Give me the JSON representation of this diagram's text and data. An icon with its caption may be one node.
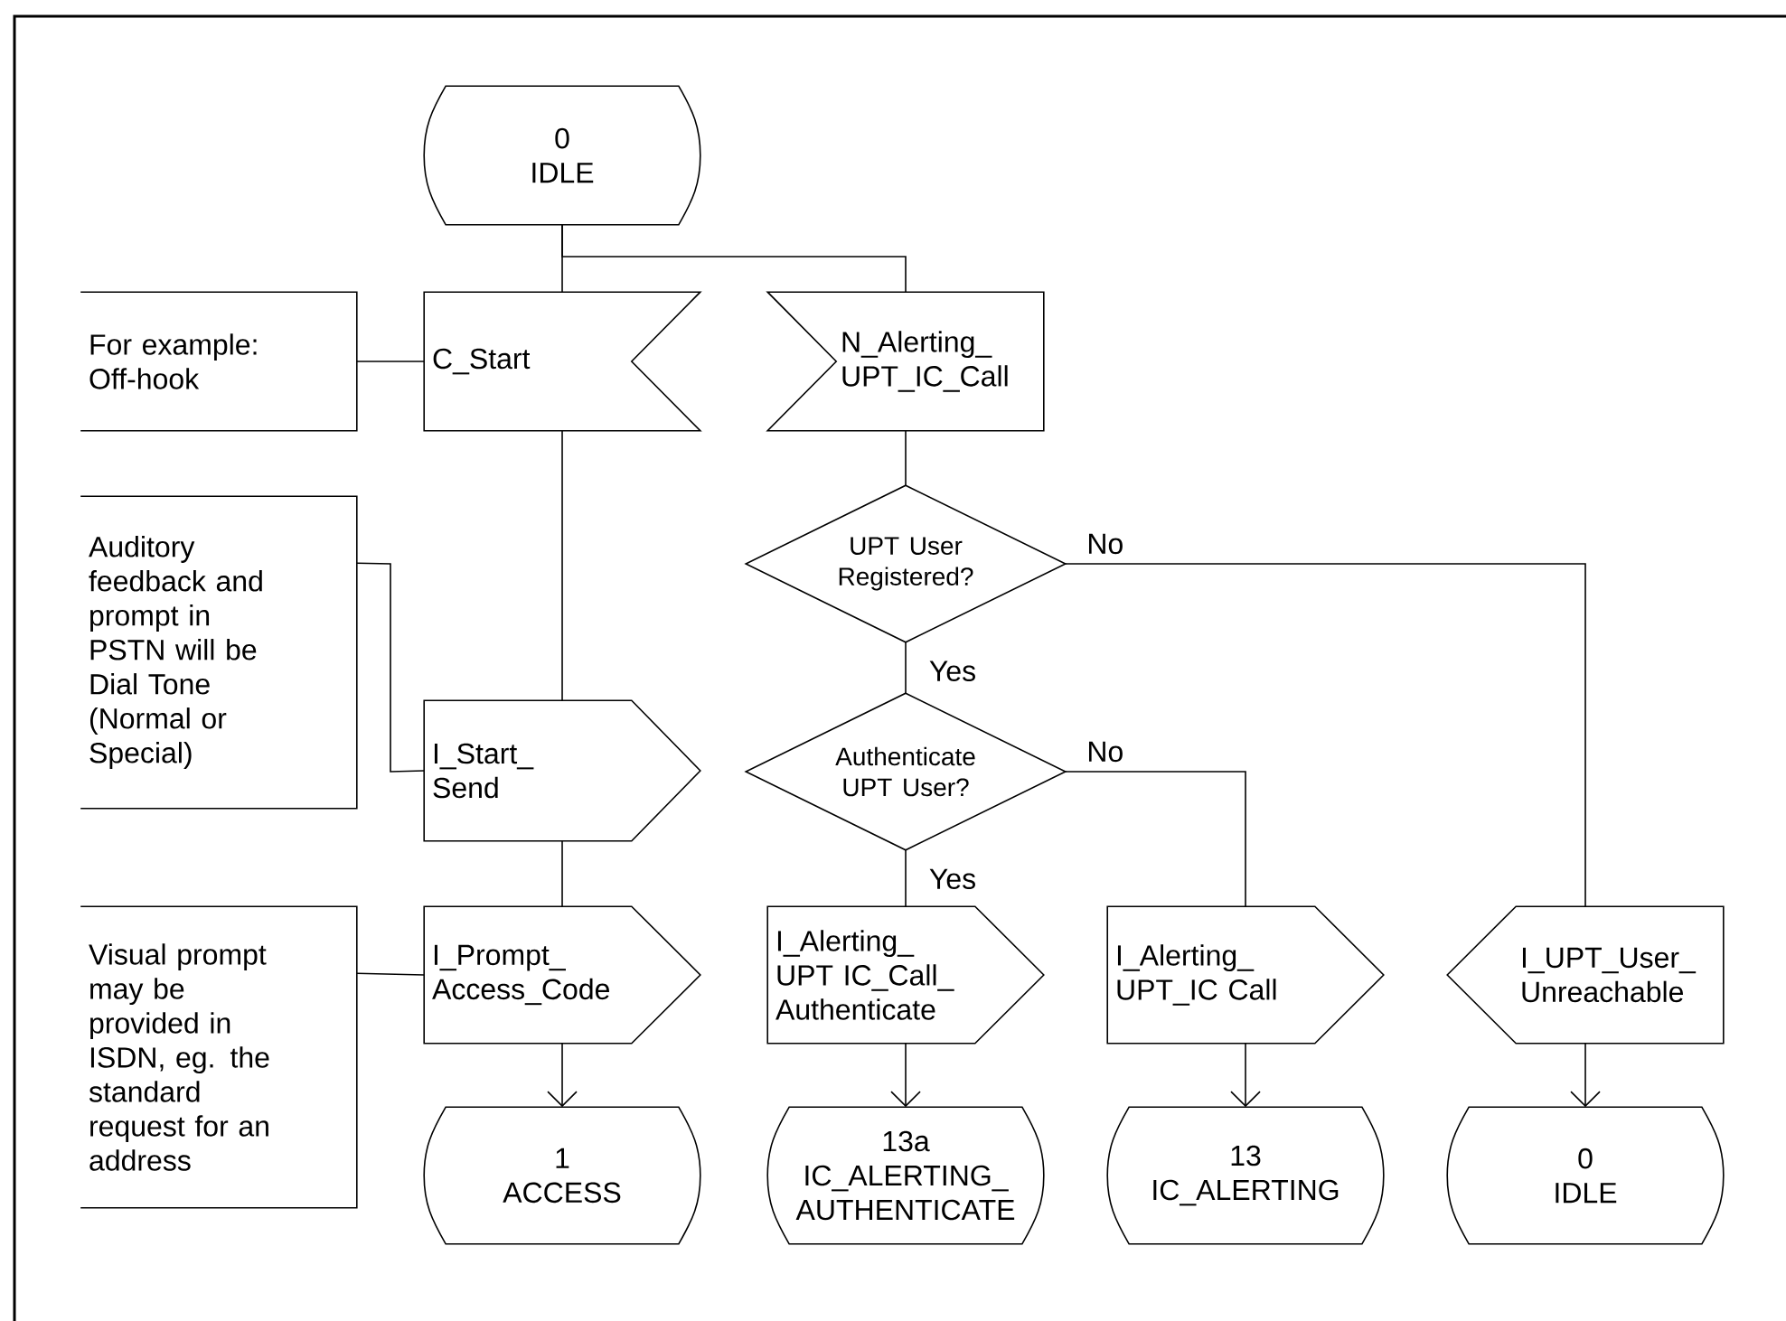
{
  "diagram": {
    "nodes": [
      {
        "text": [
          "0 IDLE"
        ]
      },
      {
        "text": [
          "For example: Off-hook"
        ]
      },
      {
        "text": [
          "C_Start"
        ]
      },
      {
        "text": [
          "N_Alerting_ UPT_IC_Call"
        ]
      },
      {
        "text": [
          "Auditory feedback and prompt in PSTN will be Dial Tone (Normal or Special)"
        ]
      },
      {
        "text": [
          "I_Start_ Send"
        ]
      },
      {
        "text": [
          "UPT User Registered?"
        ]
      },
      {
        "text": [
          "Authenticate UPT User?"
        ]
      },
      {
        "text": [
          "Visual prompt may be provided in ISDN, eg. the standard request for an address"
        ]
      },
      {
        "text": [
          "I_Prompt_ Access_Code"
        ]
      },
      {
        "text": [
          "I_Alerting_ UPT IC_Call_ Authenticate"
        ]
      },
      {
        "text": [
          "I_Alerting_ UPT_IC Call"
        ]
      },
      {
        "text": [
          "I_UPT_User_ Unreachable"
        ]
      },
      {
        "text": [
          "1 ACCESS"
        ]
      },
      {
        "text": [
          "13a IC_ALERTING_ AUTHENTICATE"
        ]
      },
      {
        "text": [
          "13 IC_ALERTING"
        ]
      },
      {
        "text": [
          "0 IDLE"
        ]
      }
    ],
    "edges": [
      {
        "from": 0,
        "to": 2,
        "arrow": "none"
      },
      {
        "from": 0,
        "to": 3,
        "arrow": "none"
      },
      {
        "from": 1,
        "to": 2,
        "arrow": "none"
      },
      {
        "from": 2,
        "to": 5,
        "arrow": "none"
      },
      {
        "from": 4,
        "to": 5,
        "arrow": "none"
      },
      {
        "from": 5,
        "to": 9,
        "arrow": "none"
      },
      {
        "from": 8,
        "to": 9,
        "arrow": "none"
      },
      {
        "from": 3,
        "to": 6,
        "arrow": "none"
      },
      {
        "from": 6,
        "to": 7,
        "arrow": "none",
        "label": "Yes"
      },
      {
        "from": 6,
        "to": 12,
        "arrow": "none",
        "label": "No"
      },
      {
        "from": 7,
        "to": 10,
        "arrow": "none",
        "label": "Yes"
      },
      {
        "from": 7,
        "to": 11,
        "arrow": "none",
        "label": "No"
      },
      {
        "from": 9,
        "to": 13,
        "arrow": "to"
      },
      {
        "from": 10,
        "to": 14,
        "arrow": "to"
      },
      {
        "from": 11,
        "to": 15,
        "arrow": "to"
      },
      {
        "from": 12,
        "to": 16,
        "arrow": "to"
      }
    ]
  }
}
